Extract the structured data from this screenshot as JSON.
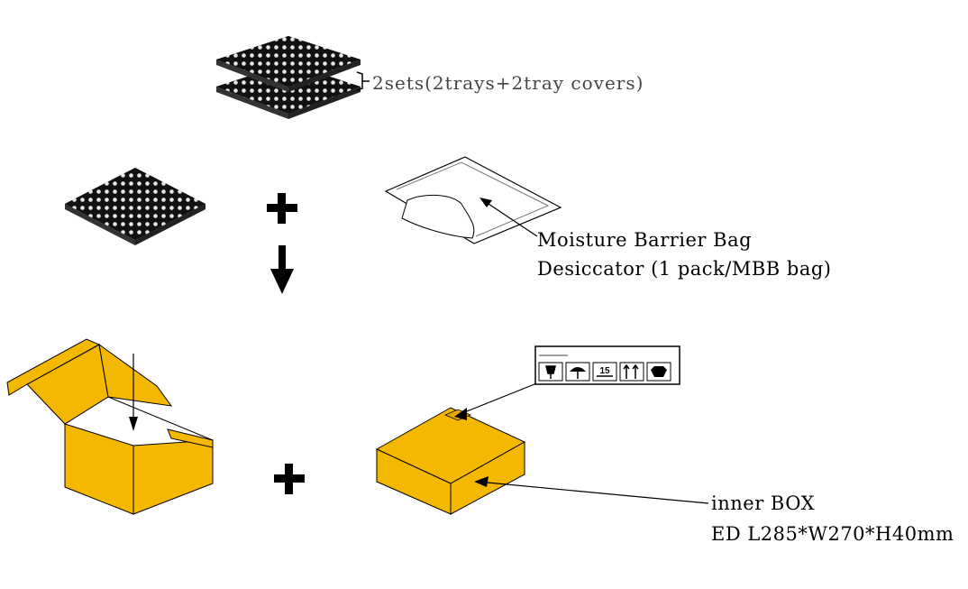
{
  "labels": {
    "tray_sets": "2sets(2trays+2tray covers)",
    "mbb_line1": "Moisture Barrier Bag",
    "mbb_line2": "Desiccator (1 pack/MBB bag)",
    "box_line1": "inner BOX",
    "box_line2": "ED L285*W270*H40mm"
  },
  "label_sticker": {
    "number": "15"
  },
  "colors": {
    "box_fill": "#F5B800",
    "outline": "#000000",
    "tray_fill": "#111111"
  }
}
